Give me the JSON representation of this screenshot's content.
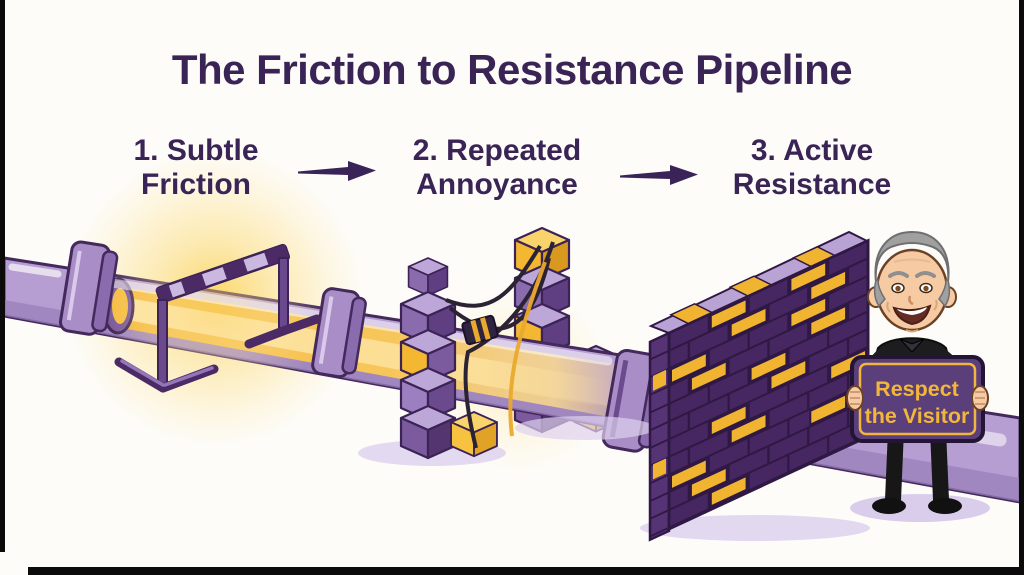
{
  "title": "The Friction to Resistance Pipeline",
  "steps": [
    {
      "line1": "1. Subtle",
      "line2": "Friction"
    },
    {
      "line1": "2. Repeated",
      "line2": "Annoyance"
    },
    {
      "line1": "3. Active",
      "line2": "Resistance"
    }
  ],
  "sign": {
    "line1": "Respect",
    "line2": "the Visitor"
  },
  "icons": {
    "arrow": "tapered-right-arrow",
    "stage1": "hurdle-over-glowing-pipe",
    "stage2": "block-clamps-with-wires",
    "stage3": "brick-wall-blocking-pipe",
    "mascot": "man-holding-sign"
  },
  "colors": {
    "background": "#fdfcf9",
    "frame": "#0b0b0b",
    "heading_purple": "#3a2456",
    "pipe_light": "#b79ed2",
    "pipe_outline": "#43295c",
    "flow_yellow": "#f5b93c",
    "glow_yellow": "#fbd564",
    "brick_purple": "#472761",
    "brick_yellow": "#f0b431",
    "sign_purple": "#5a3f7a",
    "sign_gold": "#f2b73a",
    "shirt_black": "#1d1d1f",
    "skin": "#f6cba4",
    "hair_gray": "#a0a0a0",
    "shadow_lavender": "#d9cdeb"
  }
}
